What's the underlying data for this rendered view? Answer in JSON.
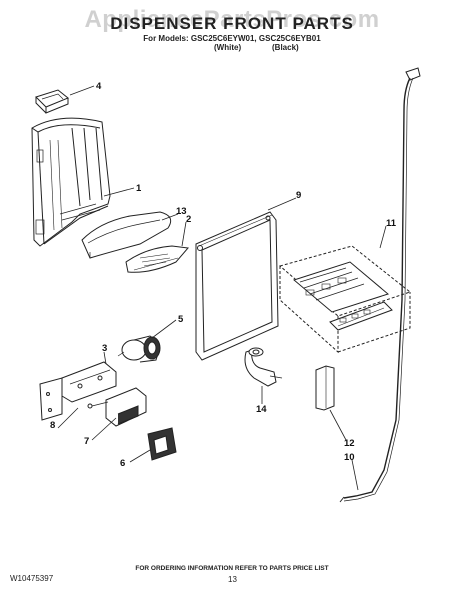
{
  "header": {
    "watermark": "AppliancePartsPros.com",
    "title": "DISPENSER FRONT PARTS",
    "models": "For Models: GSC25C6EYW01, GSC25C6EYB01",
    "variant_white": "(White)",
    "variant_black": "(Black)"
  },
  "callouts": [
    "4",
    "1",
    "13",
    "2",
    "9",
    "11",
    "5",
    "3",
    "8",
    "7",
    "6",
    "14",
    "12",
    "10"
  ],
  "footer": {
    "note": "FOR ORDERING INFORMATION REFER TO PARTS PRICE LIST",
    "doc_number": "W10475397",
    "page_number": "13"
  }
}
